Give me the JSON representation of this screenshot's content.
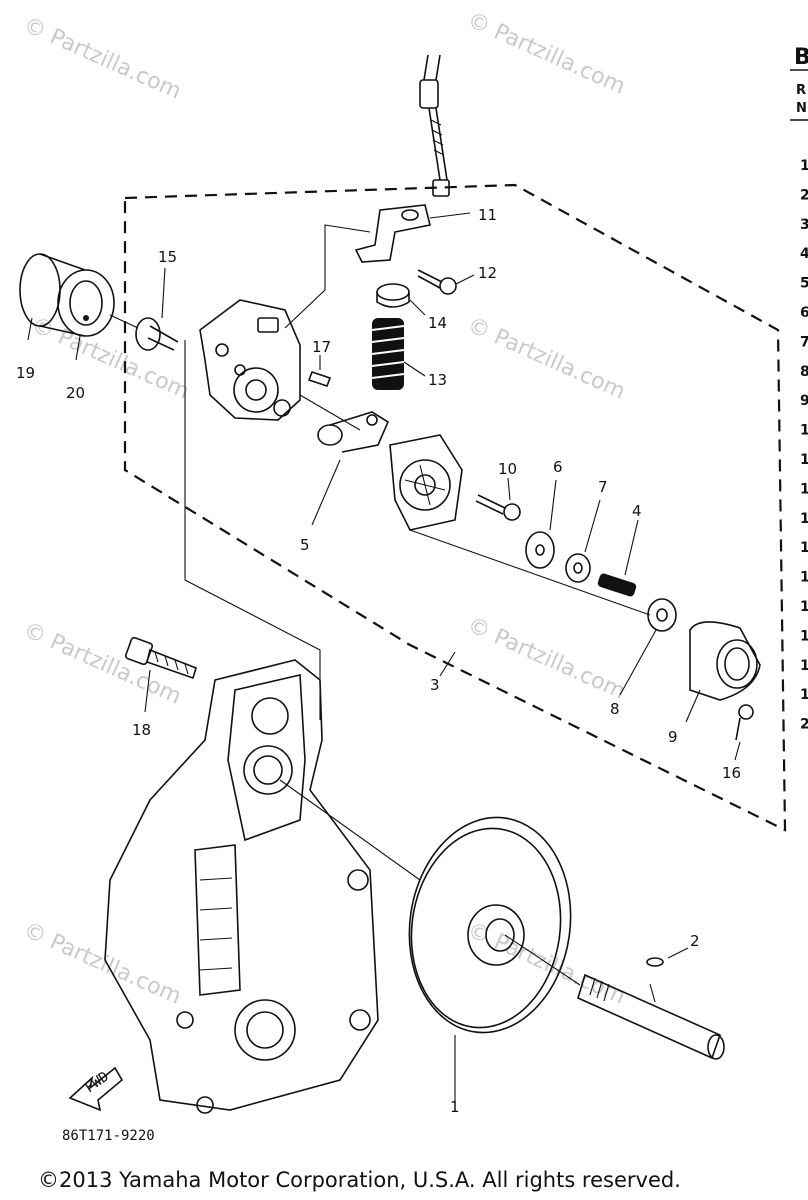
{
  "watermark": {
    "text": "© Partzilla.com"
  },
  "diagram": {
    "reference_code": "86T171-9220",
    "direction_arrow_label": "FWD",
    "callouts": {
      "c1": "1",
      "c2": "2",
      "c3": "3",
      "c4": "4",
      "c5": "5",
      "c6": "6",
      "c7": "7",
      "c8": "8",
      "c9": "9",
      "c10": "10",
      "c11": "11",
      "c12": "12",
      "c13": "13",
      "c14": "14",
      "c15": "15",
      "c16": "16",
      "c17": "17",
      "c18": "18",
      "c19": "19",
      "c20": "20"
    }
  },
  "parts_list_fragment": {
    "header_letter": "B",
    "col_header_line1": "R",
    "col_header_line2": "N",
    "row_numbers": [
      "1",
      "2",
      "3",
      "4",
      "5",
      "6",
      "7",
      "8",
      "9",
      "1",
      "1",
      "1",
      "1",
      "1",
      "1",
      "1",
      "1",
      "1",
      "1",
      "2"
    ]
  },
  "footer": {
    "copyright": "©2013 Yamaha Motor Corporation, U.S.A. All rights reserved."
  }
}
